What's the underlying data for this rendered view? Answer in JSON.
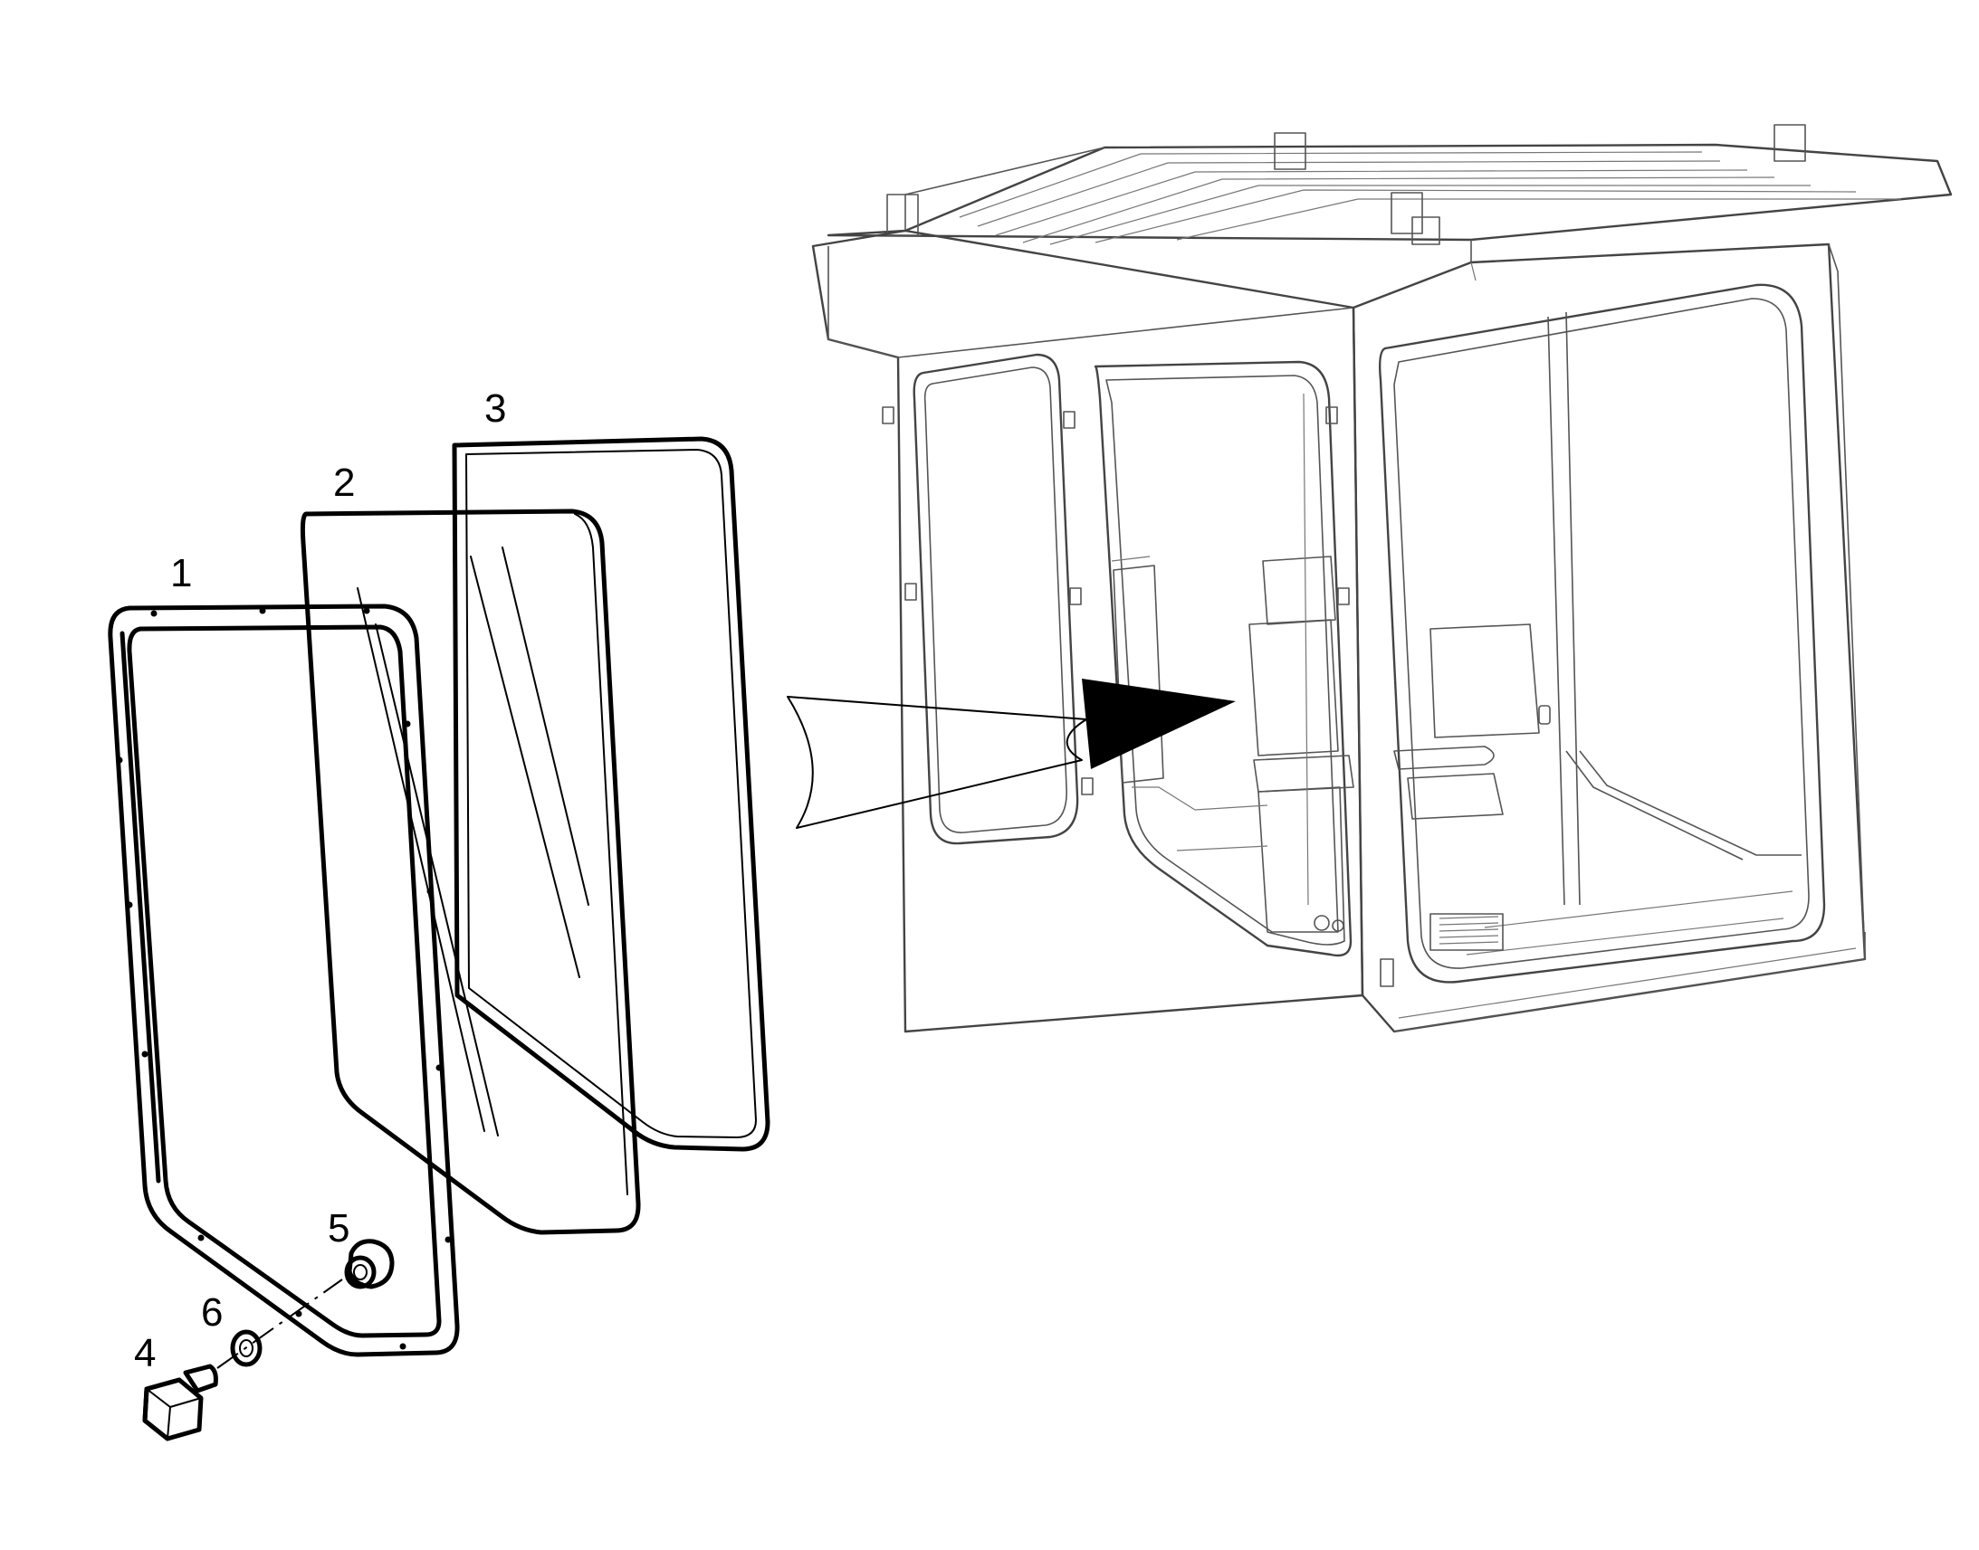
{
  "callouts": {
    "p1": "1",
    "p2": "2",
    "p3": "3",
    "p4": "4",
    "p5": "5",
    "p6": "6"
  }
}
